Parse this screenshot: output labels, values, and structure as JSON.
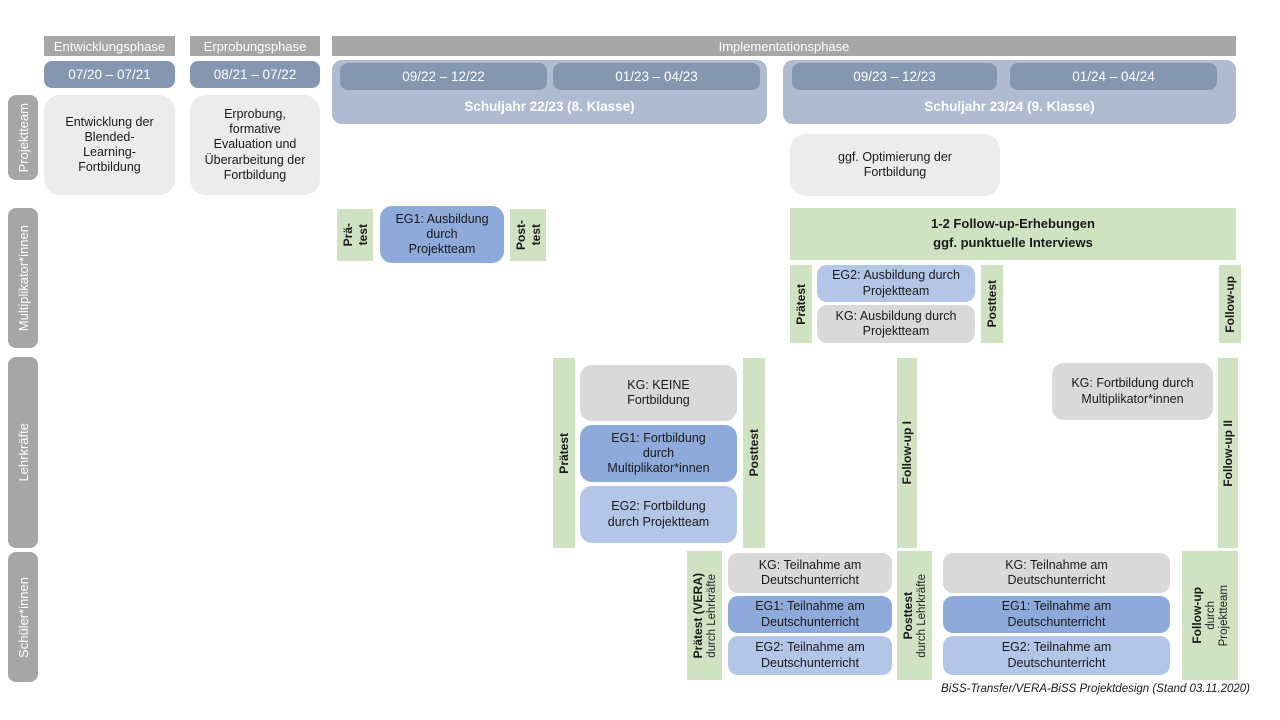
{
  "colors": {
    "phase_header_gray": "#a6a6a6",
    "date_blue": "#8496b0",
    "schoolyear_blue": "#aebbd1",
    "light_gray_box": "#ececec",
    "kg_gray": "#d9d9d9",
    "eg1_blue": "#8eaadb",
    "eg2_blue": "#b4c6e7",
    "test_green": "#cfe2c1"
  },
  "header": {
    "phase1": "Entwicklungsphase",
    "phase2": "Erprobungsphase",
    "phase3": "Implementationsphase",
    "date1": "07/20 – 07/21",
    "date2": "08/21 – 07/22",
    "date3": "09/22 – 12/22",
    "date4": "01/23 – 04/23",
    "date5": "09/23 – 12/23",
    "date6": "01/24 – 04/24",
    "schoolyear1": "Schuljahr 22/23 (8. Klasse)",
    "schoolyear2": "Schuljahr 23/24 (9. Klasse)"
  },
  "row_labels": {
    "projektteam": "Projektteam",
    "multiplikatoren": "Multiplikator*innen",
    "lehrkraefte": "Lehrkräfte",
    "schueler": "Schüler*innen"
  },
  "projektteam": {
    "entwicklung": "Entwicklung der Blended-Learning-Fortbildung",
    "erprobung": "Erprobung, formative Evaluation und Überarbeitung der Fortbildung",
    "optimierung": "ggf. Optimierung der Fortbildung"
  },
  "multiplikatoren": {
    "praetest1_col1": "Prä-",
    "praetest1_col2": "test",
    "eg1": "EG1: Ausbildung durch Projektteam",
    "posttest1_col1": "Post-",
    "posttest1_col2": "test",
    "followup_bar_line1": "1-2 Follow-up-Erhebungen",
    "followup_bar_line2": "ggf. punktuelle Interviews",
    "praetest2": "Prätest",
    "eg2": "EG2: Ausbildung durch Projektteam",
    "kg": "KG: Ausbildung durch Projektteam",
    "posttest2": "Posttest",
    "followup": "Follow-up"
  },
  "lehrkraefte": {
    "praetest": "Prätest",
    "kg1": "KG: KEINE Fortbildung",
    "eg1": "EG1: Fortbildung durch Multiplikator*innen",
    "eg2": "EG2: Fortbildung durch Projektteam",
    "posttest": "Posttest",
    "followup1": "Follow-up I",
    "kg2": "KG: Fortbildung durch Multiplikator*innen",
    "followup2": "Follow-up II"
  },
  "schueler": {
    "praetest_main": "Prätest (VERA)",
    "praetest_sub": "durch Lehrkräfte",
    "kg1": "KG: Teilnahme am Deutschunterricht",
    "eg1a": "EG1: Teilnahme am Deutschunterricht",
    "eg2a": "EG2: Teilnahme am Deutschunterricht",
    "posttest_main": "Posttest",
    "posttest_sub": "durch Lehrkräfte",
    "kg2": "KG: Teilnahme am Deutschunterricht",
    "eg1b": "EG1: Teilnahme am Deutschunterricht",
    "eg2b": "EG2: Teilnahme am Deutschunterricht",
    "followup_main": "Follow-up",
    "followup_sub1": "durch",
    "followup_sub2": "Projektteam"
  },
  "footer": "BiSS-Transfer/VERA-BiSS Projektdesign (Stand 03.11.2020)"
}
